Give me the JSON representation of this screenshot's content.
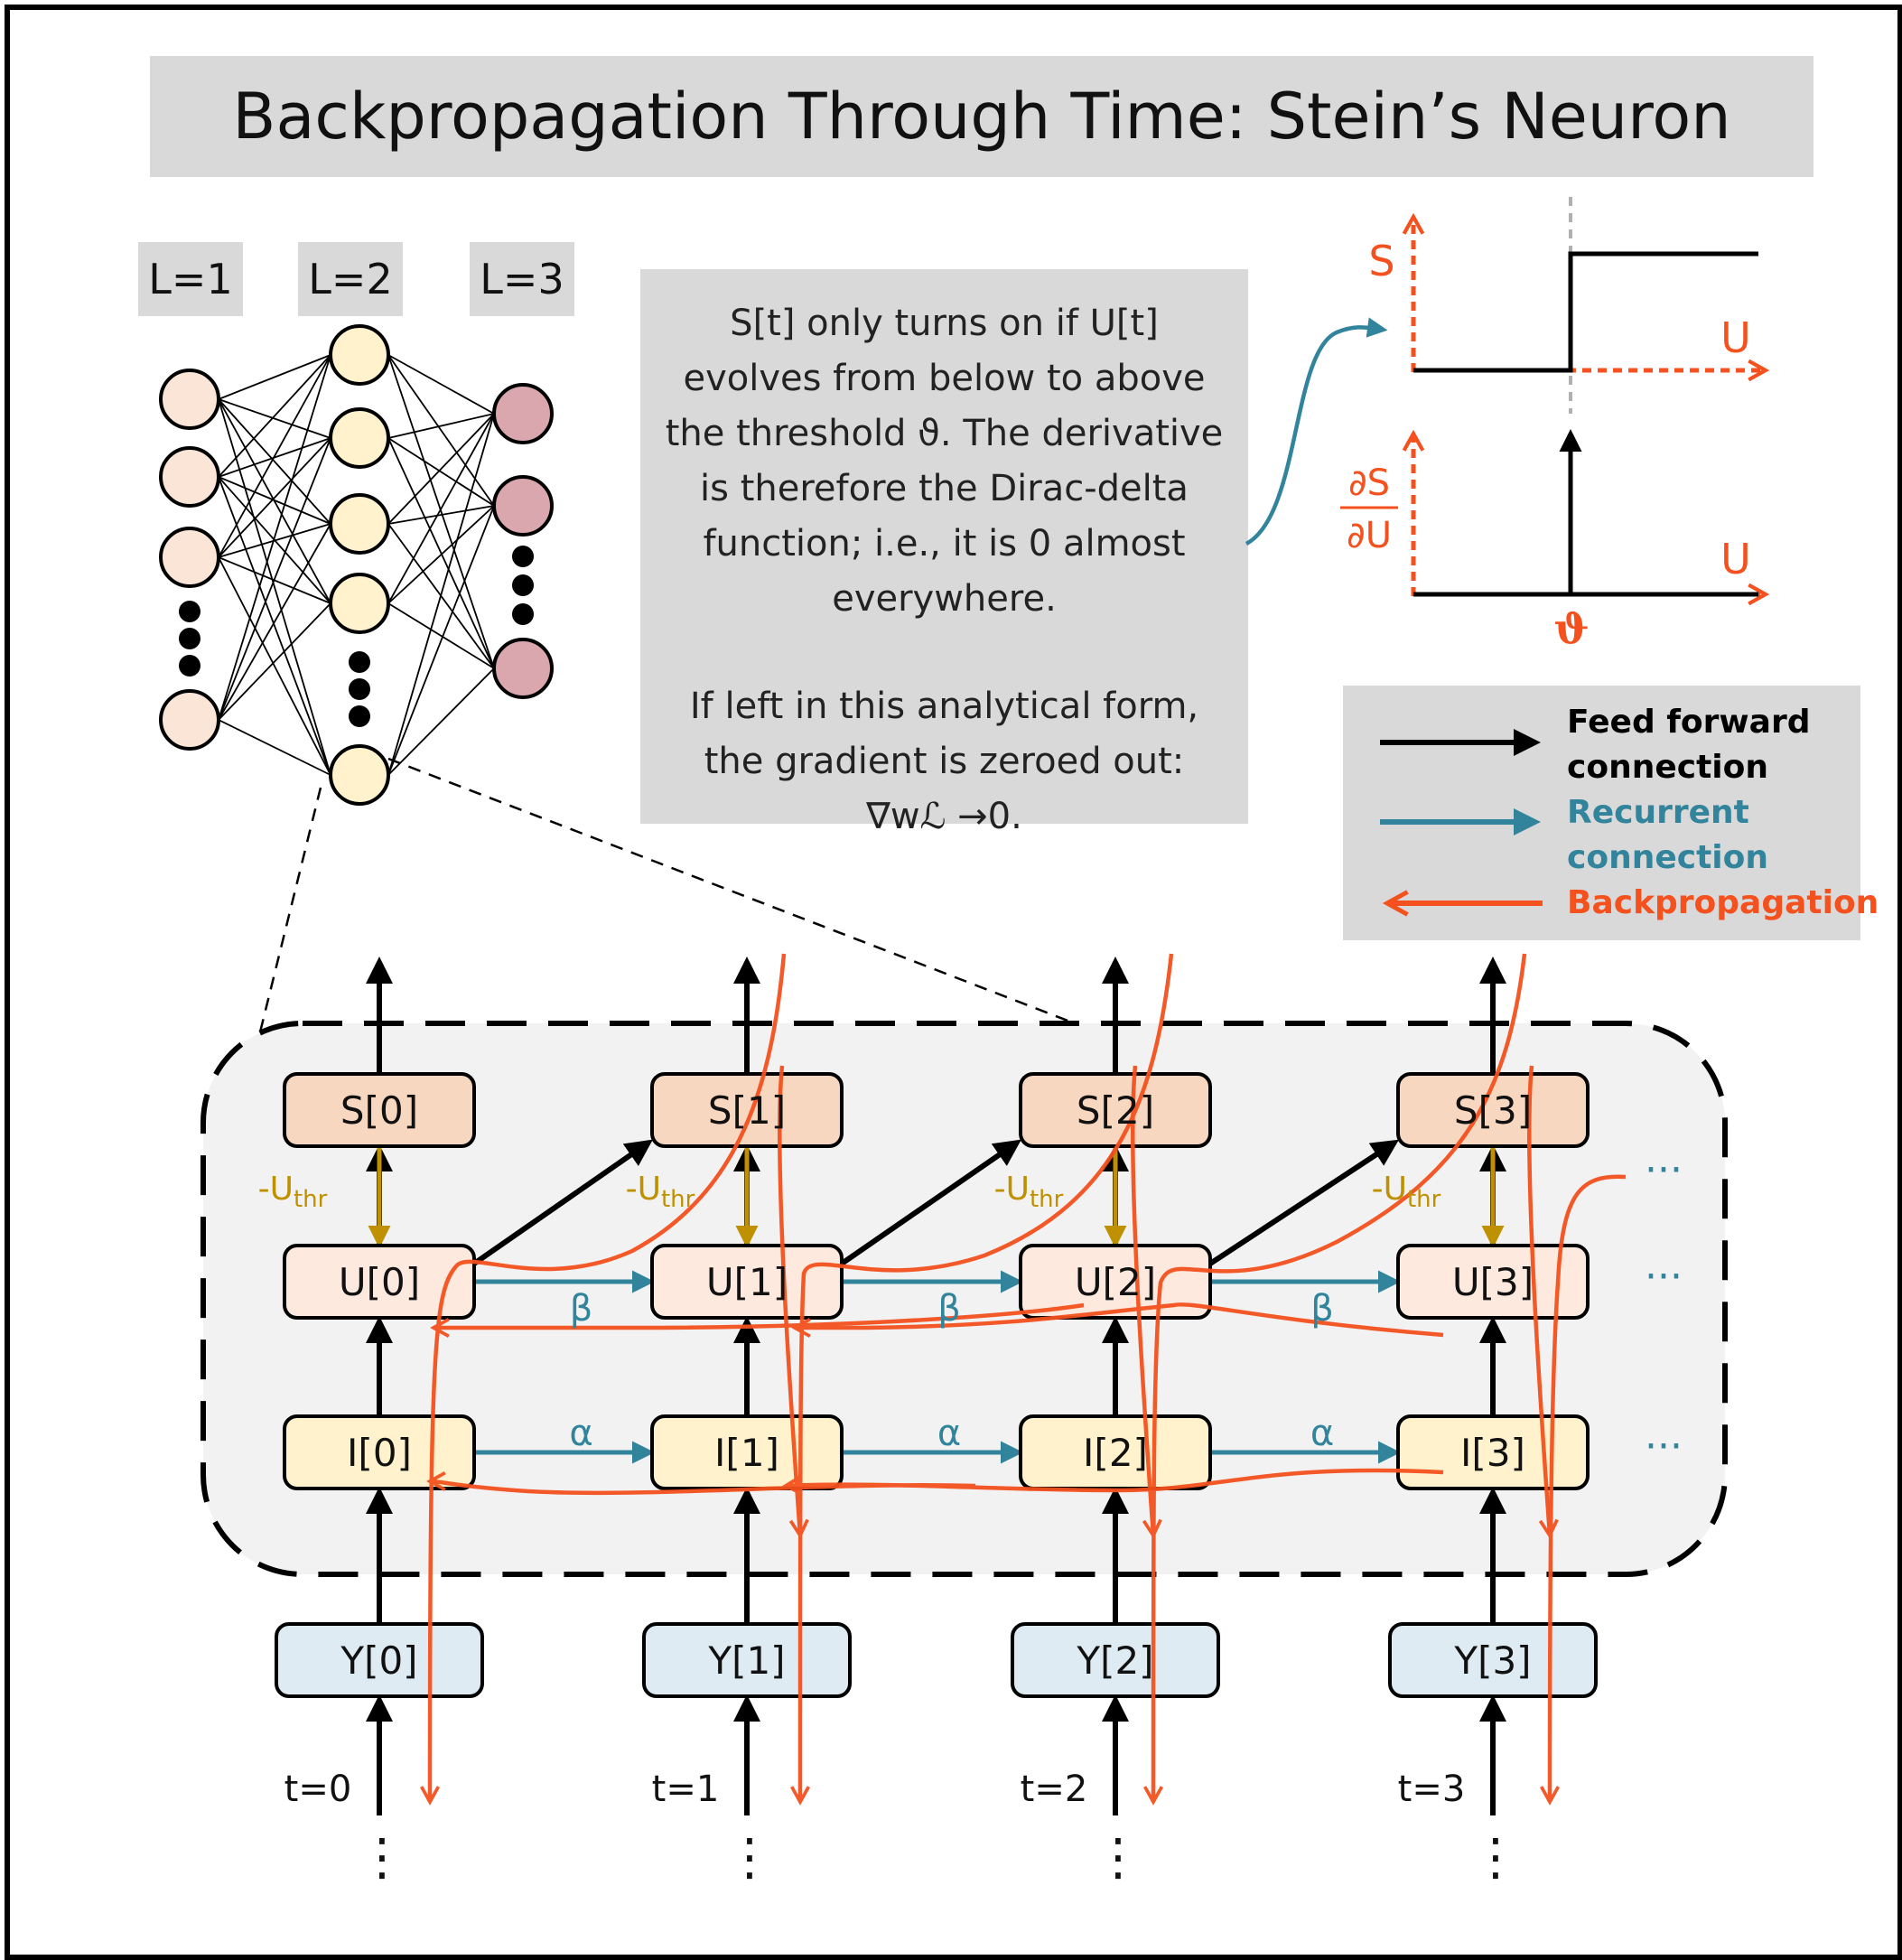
{
  "title": "Backpropagation Through Time: Stein’s Neuron",
  "network": {
    "layers": [
      "L=1",
      "L=2",
      "L=3"
    ],
    "colors": {
      "layer1": "#fbe5d6",
      "layer2": "#fff2cc",
      "layer3": "#d9a7ad"
    }
  },
  "explanation": {
    "paragraph1": "S[t] only turns on if U[t] evolves from below to above the threshold ϑ. The derivative is therefore the Dirac-delta function; i.e., it is 0 almost everywhere.",
    "paragraph2": "If left in this analytical form, the gradient is zeroed out: ∇wℒ →0."
  },
  "plots": {
    "top_ylabel": "S",
    "bottom_ylabel_num": "∂S",
    "bottom_ylabel_den": "∂U",
    "xlabel": "U",
    "threshold": "ϑ"
  },
  "legend": {
    "feed_forward": "Feed forward connection",
    "recurrent": "Recurrent connection",
    "backprop": "Backpropagation",
    "colors": {
      "feed_forward": "#000000",
      "recurrent": "#31849b",
      "backprop": "#f4511e"
    }
  },
  "unrolled": {
    "timesteps": [
      {
        "t": "t=0",
        "S": "S[0]",
        "U": "U[0]",
        "I": "I[0]",
        "Y": "Y[0]"
      },
      {
        "t": "t=1",
        "S": "S[1]",
        "U": "U[1]",
        "I": "I[1]",
        "Y": "Y[1]"
      },
      {
        "t": "t=2",
        "S": "S[2]",
        "U": "U[2]",
        "I": "I[2]",
        "Y": "Y[2]"
      },
      {
        "t": "t=3",
        "S": "S[3]",
        "U": "U[3]",
        "I": "I[3]",
        "Y": "Y[3]"
      }
    ],
    "reset_label_base": "-U",
    "reset_label_sub": "thr",
    "beta": "β",
    "alpha": "α",
    "ellipsis": "···",
    "vellipsis": "⋮",
    "colors": {
      "S": "#f8d7c0",
      "U": "#fde9de",
      "I": "#fff2cc",
      "Y": "#deebf2",
      "reset": "#bf9000",
      "recurrent": "#31849b",
      "backprop": "#f4511e"
    }
  }
}
